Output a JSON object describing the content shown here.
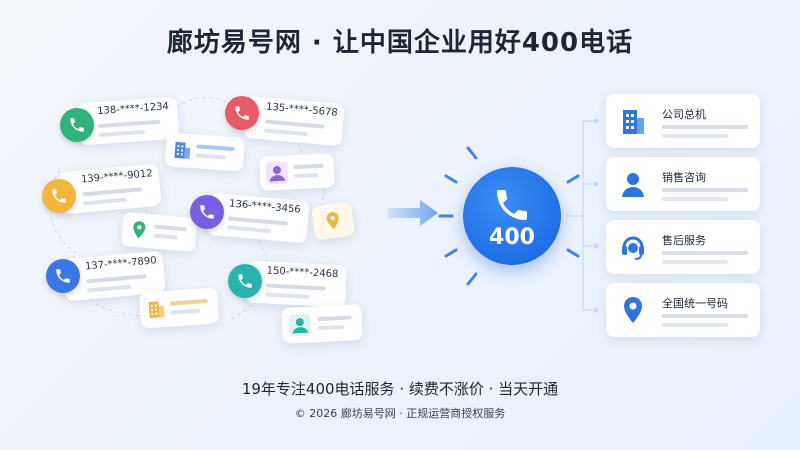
{
  "header": {
    "title": "廊坊易号网 · 让中国企业用好400电话"
  },
  "hub": {
    "label": "400"
  },
  "phone_cards": [
    {
      "number": "138-****-1234",
      "color": "#2fb37a"
    },
    {
      "number": "135-****-5678",
      "color": "#ea5a64"
    },
    {
      "number": "139-****-9012",
      "color": "#f4b63a"
    },
    {
      "number": "136-****-3456",
      "color": "#7a5fe0"
    },
    {
      "number": "137-****-7890",
      "color": "#3a78e8"
    },
    {
      "number": "150-****-2468",
      "color": "#27b3ad"
    }
  ],
  "services": [
    {
      "label": "公司总机",
      "icon": "building-icon"
    },
    {
      "label": "销售咨询",
      "icon": "person-icon"
    },
    {
      "label": "售后服务",
      "icon": "headset-icon"
    },
    {
      "label": "全国统一号码",
      "icon": "location-pin-icon"
    }
  ],
  "footer": {
    "tagline": "19年专注400电话服务 · 续费不涨价 · 当天开通",
    "copyright": "© 2026 廊坊易号网 · 正规运营商授权服务"
  },
  "colors": {
    "accent": "#1f6fe6",
    "text": "#1f2533"
  }
}
